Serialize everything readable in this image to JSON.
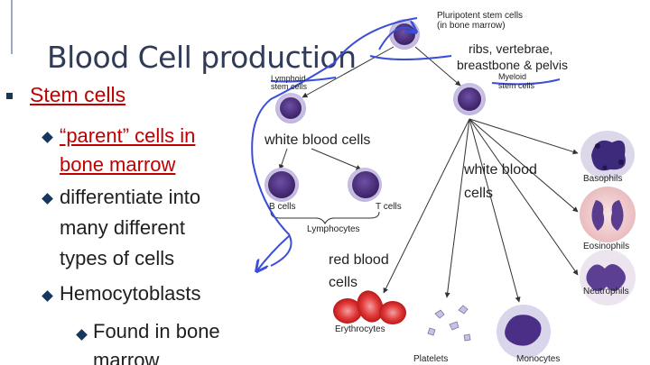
{
  "slide": {
    "title": "Blood Cell production",
    "bullets": {
      "level1": "Stem cells",
      "level2_1_line1": "“parent” cells in",
      "level2_1_line2": "bone marrow",
      "level2_2_line1": "differentiate into",
      "level2_2_line2": "many different",
      "level2_2_line3": "types of cells",
      "level2_3": "Hemocytoblasts",
      "level3_1_line1": "Found in bone",
      "level3_1_line2": "marrow"
    }
  },
  "diagram": {
    "labels": {
      "pluripotent": "Pluripotent stem cells",
      "pluripotent_sub": "(in bone marrow)",
      "lymphoid_1": "Lymphoid",
      "lymphoid_2": "stem cells",
      "myeloid_1": "Myeloid",
      "myeloid_2": "stem cells",
      "b_cells": "B cells",
      "t_cells": "T cells",
      "lymphocytes": "Lymphocytes",
      "basophils": "Basophils",
      "eosinophils": "Eosinophils",
      "neutrophils": "Neutrophils",
      "erythrocytes": "Erythrocytes",
      "platelets": "Platelets",
      "monocytes": "Monocytes"
    },
    "annotations": {
      "ribs_1": "ribs, vertebrae,",
      "ribs_2": "breastbone & pelvis",
      "wbc_top": "white blood cells",
      "wbc_right_1": "white blood",
      "wbc_right_2": "cells",
      "rbc_1": "red blood",
      "rbc_2": "cells"
    },
    "colors": {
      "nucleus": "#4a2f7a",
      "cytoplasm": "#d9d3ec",
      "rbc": "#d81e1e",
      "pen": "#3b4fd6",
      "bullet_red": "#c00000"
    }
  }
}
